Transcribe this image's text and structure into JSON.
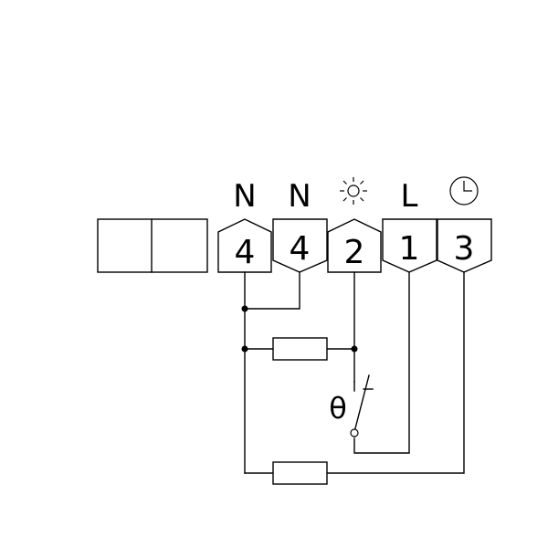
{
  "terminals": [
    {
      "label": "N",
      "number": "4"
    },
    {
      "label": "N",
      "number": "4"
    },
    {
      "label": "",
      "number": "2",
      "icon": "sun-icon"
    },
    {
      "label": "L",
      "number": "1"
    },
    {
      "label": "",
      "number": "3",
      "icon": "clock-icon"
    }
  ],
  "thermostat_symbol": "θ"
}
